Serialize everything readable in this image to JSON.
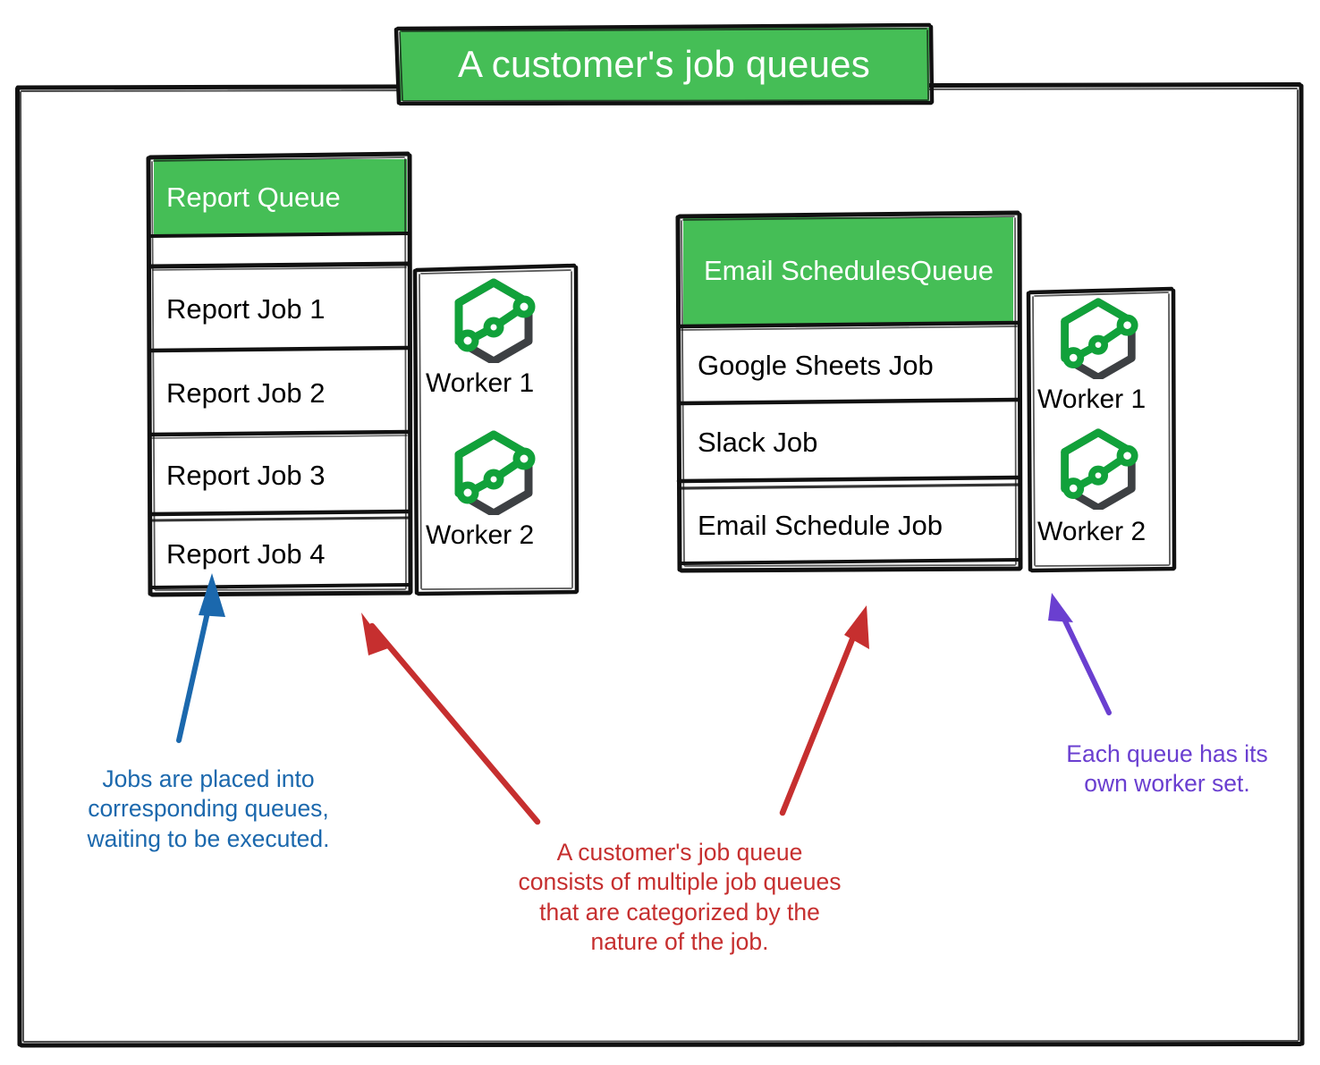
{
  "diagram": {
    "title": "A customer's job queues",
    "frame_label": "diagram-frame"
  },
  "colors": {
    "green": "#45be56",
    "green_icon": "#11a13a",
    "dark_icon": "#3d4043",
    "blue": "#1b68ad",
    "red": "#c62f2f",
    "purple": "#6a3fd0",
    "text": "#000000",
    "header_text": "#ffffff"
  },
  "queues": [
    {
      "id": "report-queue",
      "header": "Report Queue",
      "jobs": [
        "Report Job 1",
        "Report Job 2",
        "Report Job 3",
        "Report Job 4"
      ],
      "workers": [
        {
          "label": "Worker 1",
          "icon": "hexagon-node-graph-icon"
        },
        {
          "label": "Worker 2",
          "icon": "hexagon-node-graph-icon"
        }
      ]
    },
    {
      "id": "email-schedules-queue",
      "header": "Email Schedules Queue",
      "header_line1": "Email Schedules",
      "header_line2": "Queue",
      "jobs": [
        "Google Sheets Job",
        "Slack Job",
        "Email Schedule Job"
      ],
      "workers": [
        {
          "label": "Worker 1",
          "icon": "hexagon-node-graph-icon"
        },
        {
          "label": "Worker 2",
          "icon": "hexagon-node-graph-icon"
        }
      ]
    }
  ],
  "annotations": [
    {
      "id": "jobs-placed-note",
      "color_key": "blue",
      "text": "Jobs are placed into\ncorresponding queues,\nwaiting to be executed."
    },
    {
      "id": "queue-composition-note",
      "color_key": "red",
      "text": "A customer's job queue\nconsists of multiple job queues\nthat are categorized by the\nnature of the job."
    },
    {
      "id": "worker-set-note",
      "color_key": "purple",
      "text": "Each queue has its\nown worker set."
    }
  ],
  "arrows": [
    {
      "id": "arrow-jobs-to-report-job-4",
      "color_key": "blue"
    },
    {
      "id": "arrow-note-to-report-queue",
      "color_key": "red"
    },
    {
      "id": "arrow-note-to-email-queue",
      "color_key": "red"
    },
    {
      "id": "arrow-note-to-email-workers",
      "color_key": "purple"
    }
  ]
}
